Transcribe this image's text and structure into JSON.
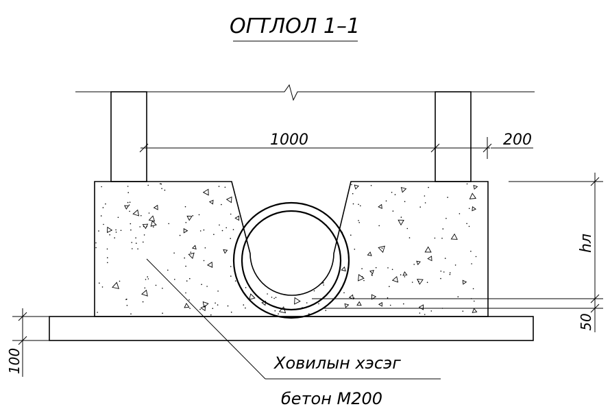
{
  "title": "ОГТЛОЛ 1–1",
  "dimensions": {
    "width_inner": "1000",
    "wall_thickness": "200",
    "height": "hл",
    "bed_thickness": "50",
    "base_thickness": "100"
  },
  "leader_labels": {
    "line1": "Ховилын хэсэг",
    "line2": "бетон    М200"
  }
}
